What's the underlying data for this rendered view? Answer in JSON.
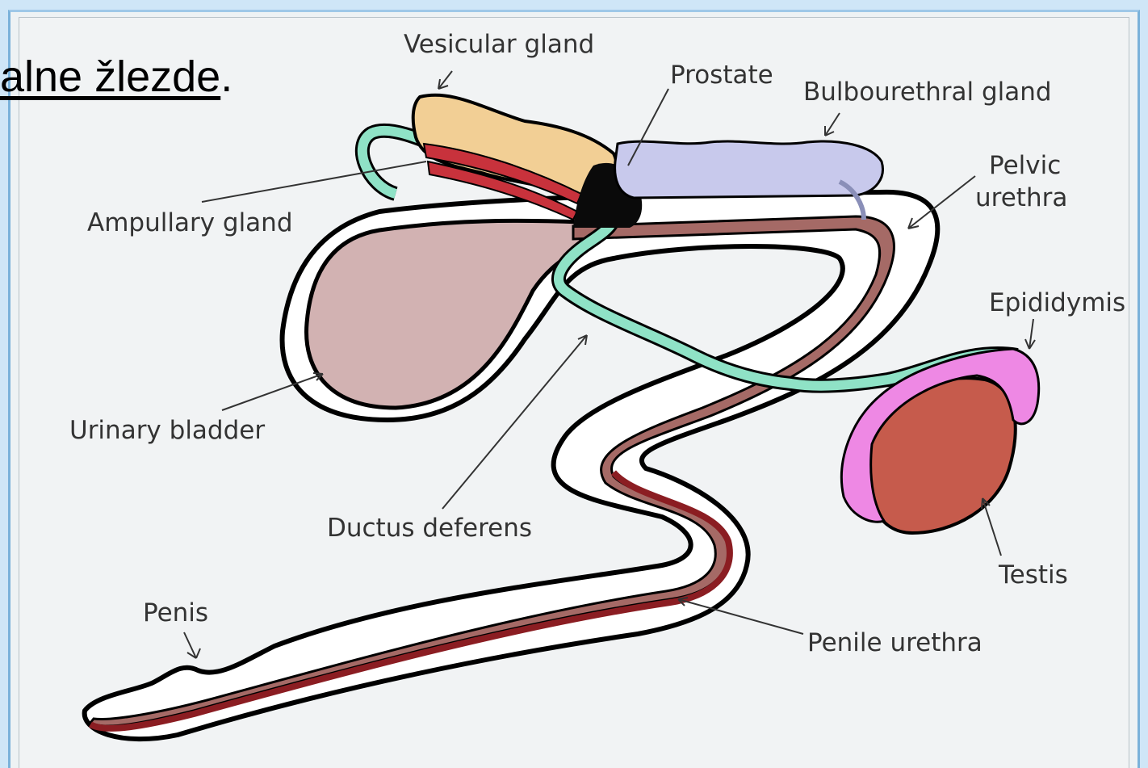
{
  "heading": {
    "text": "alne žlezde",
    "suffix": "."
  },
  "labels": {
    "vesicular_gland": "Vesicular gland",
    "prostate": "Prostate",
    "bulbourethral_gland": "Bulbourethral gland",
    "pelvic_urethra_1": "Pelvic",
    "pelvic_urethra_2": "urethra",
    "ampullary_gland": "Ampullary gland",
    "epididymis": "Epididymis",
    "urinary_bladder": "Urinary bladder",
    "ductus_deferens": "Ductus deferens",
    "testis": "Testis",
    "penis": "Penis",
    "penile_urethra": "Penile urethra"
  },
  "colors": {
    "background": "#cfe6f7",
    "panel": "#f1f3f4",
    "vesicular_gland": "#f2cf95",
    "prostate": "#0a0a0a",
    "bulbourethral_gland": "#c8c9ec",
    "bladder": "#d2b2b2",
    "urethra": "#a56a66",
    "penile_urethra": "#8b1d22",
    "ductus_deferens": "#8fe2c6",
    "testis": "#c65b4c",
    "epididymis": "#ee88e4"
  }
}
